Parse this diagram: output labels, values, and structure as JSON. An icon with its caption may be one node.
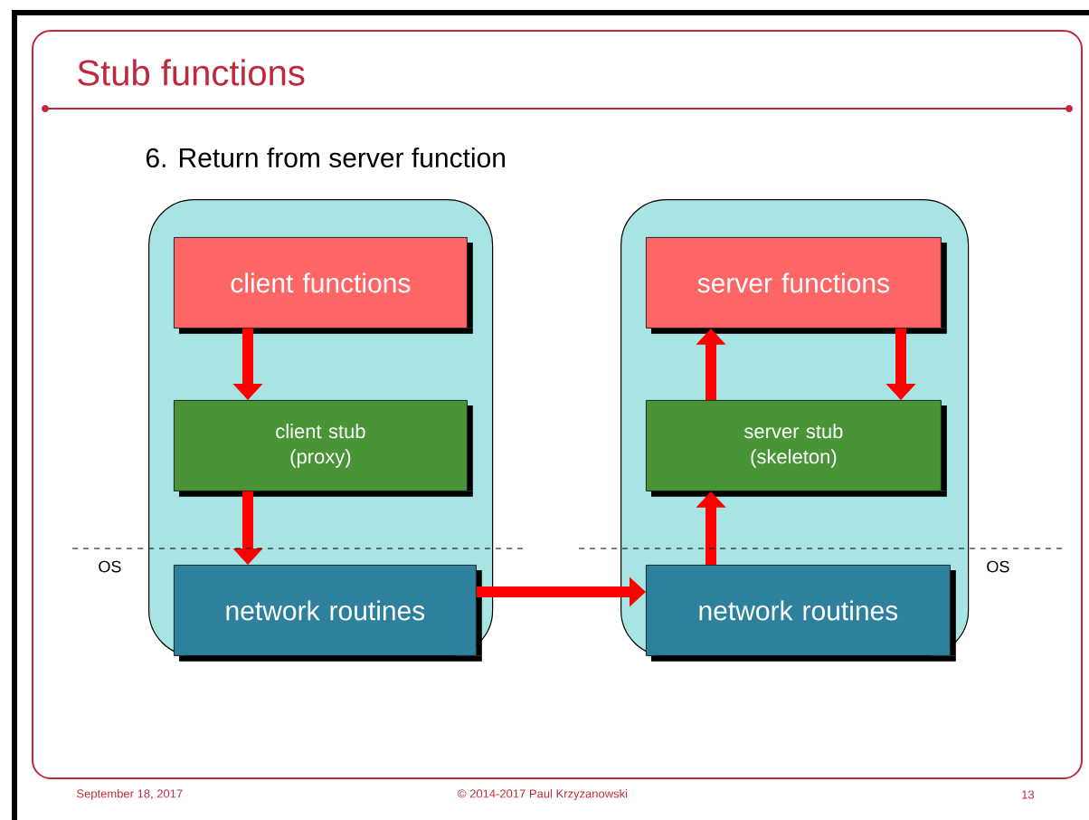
{
  "diagram": {
    "title": "Stub functions",
    "nodes": [
      {
        "text": [],
        "shape": "box"
      },
      {
        "text": [
          "client functions"
        ],
        "in": 0
      },
      {
        "text": [
          "client stub (proxy)"
        ],
        "in": 0
      },
      {
        "text": [
          "network routines"
        ],
        "in": 0
      },
      {
        "text": [],
        "shape": "box"
      },
      {
        "text": [
          "server functions"
        ],
        "in": 4
      },
      {
        "text": [
          "server stub (skeleton)"
        ],
        "in": 4
      },
      {
        "text": [
          "network routines"
        ],
        "in": 4
      }
    ],
    "edges": [
      {
        "from": 1,
        "to": 2,
        "arrow": "to",
        "color": "#ff0000"
      },
      {
        "from": 2,
        "to": 3,
        "arrow": "to",
        "color": "#ff0000"
      },
      {
        "from": 3,
        "to": 7,
        "arrow": "to",
        "color": "#ff0000"
      },
      {
        "from": 7,
        "to": 6,
        "arrow": "to",
        "color": "#ff0000"
      },
      {
        "from": 6,
        "to": 5,
        "arrow": "to",
        "color": "#ff0000"
      },
      {
        "from": 5,
        "to": 6,
        "arrow": "to",
        "color": "#ff0000"
      }
    ],
    "labels": [
      "6. Return from server function",
      "OS",
      "OS",
      "September 18, 2017",
      "© 2014-2017 Paul Krzyzanowski",
      "13"
    ]
  }
}
